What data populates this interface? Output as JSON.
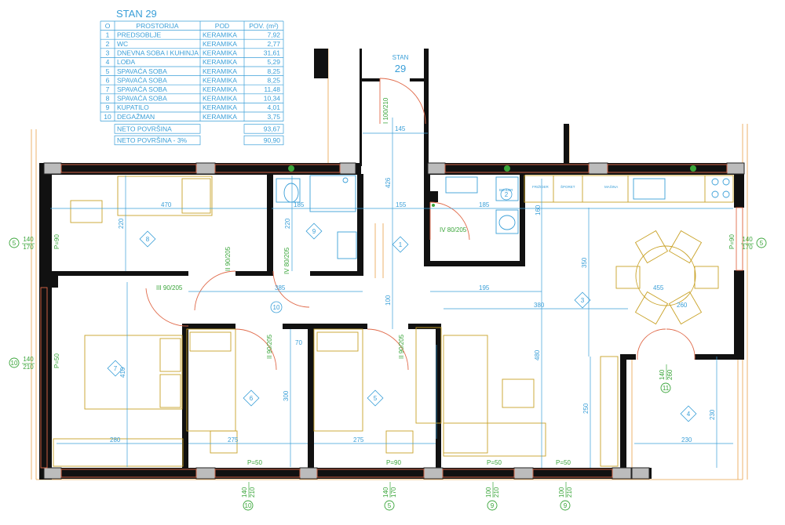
{
  "table": {
    "title": "STAN 29",
    "headers": [
      "O",
      "PROSTORIJA",
      "POD",
      "POV. (m²)"
    ],
    "rows": [
      [
        "1",
        "PREDSOBLJE",
        "KERAMIKA",
        "7,92"
      ],
      [
        "2",
        "WC",
        "KERAMIKA",
        "2,77"
      ],
      [
        "3",
        "DNEVNA SOBA I KUHINJA",
        "KERAMIKA",
        "31,61"
      ],
      [
        "4",
        "LOĐA",
        "KERAMIKA",
        "5,29"
      ],
      [
        "5",
        "SPAVAĆA SOBA",
        "KERAMIKA",
        "8,25"
      ],
      [
        "6",
        "SPAVAĆA SOBA",
        "KERAMIKA",
        "8,25"
      ],
      [
        "7",
        "SPAVAĆA SOBA",
        "KERAMIKA",
        "11,48"
      ],
      [
        "8",
        "SPAVAĆA SOBA",
        "KERAMIKA",
        "10,34"
      ],
      [
        "9",
        "KUPATILO",
        "KERAMIKA",
        "4,01"
      ],
      [
        "10",
        "DEGAŽMAN",
        "KERAMIKA",
        "3,75"
      ]
    ],
    "totals": [
      {
        "label": "NETO POVRŠINA",
        "value": "93,67"
      },
      {
        "label": "NETO POVRŠINA - 3%",
        "value": "90,90"
      }
    ]
  },
  "apartment": {
    "label_top": "STAN",
    "label_num": "29"
  },
  "room_numbers": [
    "1",
    "2",
    "3",
    "4",
    "5",
    "6",
    "7",
    "8",
    "9",
    "10"
  ],
  "doors": [
    "I 100/210",
    "II 90/205",
    "III 90/205",
    "II 90/205",
    "II 90/205",
    "II 90/205",
    "IV 80/205",
    "IV 80/205"
  ],
  "dimensions": [
    "145",
    "426",
    "155",
    "185",
    "185",
    "160",
    "470",
    "220",
    "220",
    "385",
    "100",
    "195",
    "380",
    "455",
    "260",
    "350",
    "480",
    "250",
    "230",
    "230",
    "70",
    "300",
    "410",
    "280",
    "275",
    "275"
  ],
  "window_marks": [
    {
      "axis": "5",
      "w": "140",
      "h": "170"
    },
    {
      "axis": "10",
      "w": "140",
      "h": "210"
    },
    {
      "axis": "5",
      "w": "140",
      "h": "170"
    },
    {
      "axis": "11",
      "w": "140",
      "h": "260"
    },
    {
      "axis": "10",
      "w": "140",
      "h": "210"
    },
    {
      "axis": "5",
      "w": "140",
      "h": "170"
    },
    {
      "axis": "9",
      "w": "100",
      "h": "210"
    },
    {
      "axis": "9",
      "w": "100",
      "h": "210"
    }
  ],
  "parapets": [
    "P=90",
    "P=50",
    "P=90",
    "P=50",
    "P=90",
    "P=50",
    "P=50"
  ],
  "kitchen_labels": [
    "FRIŽIDER",
    "ŠPORET",
    "MAŠINA",
    "BOJLER"
  ]
}
